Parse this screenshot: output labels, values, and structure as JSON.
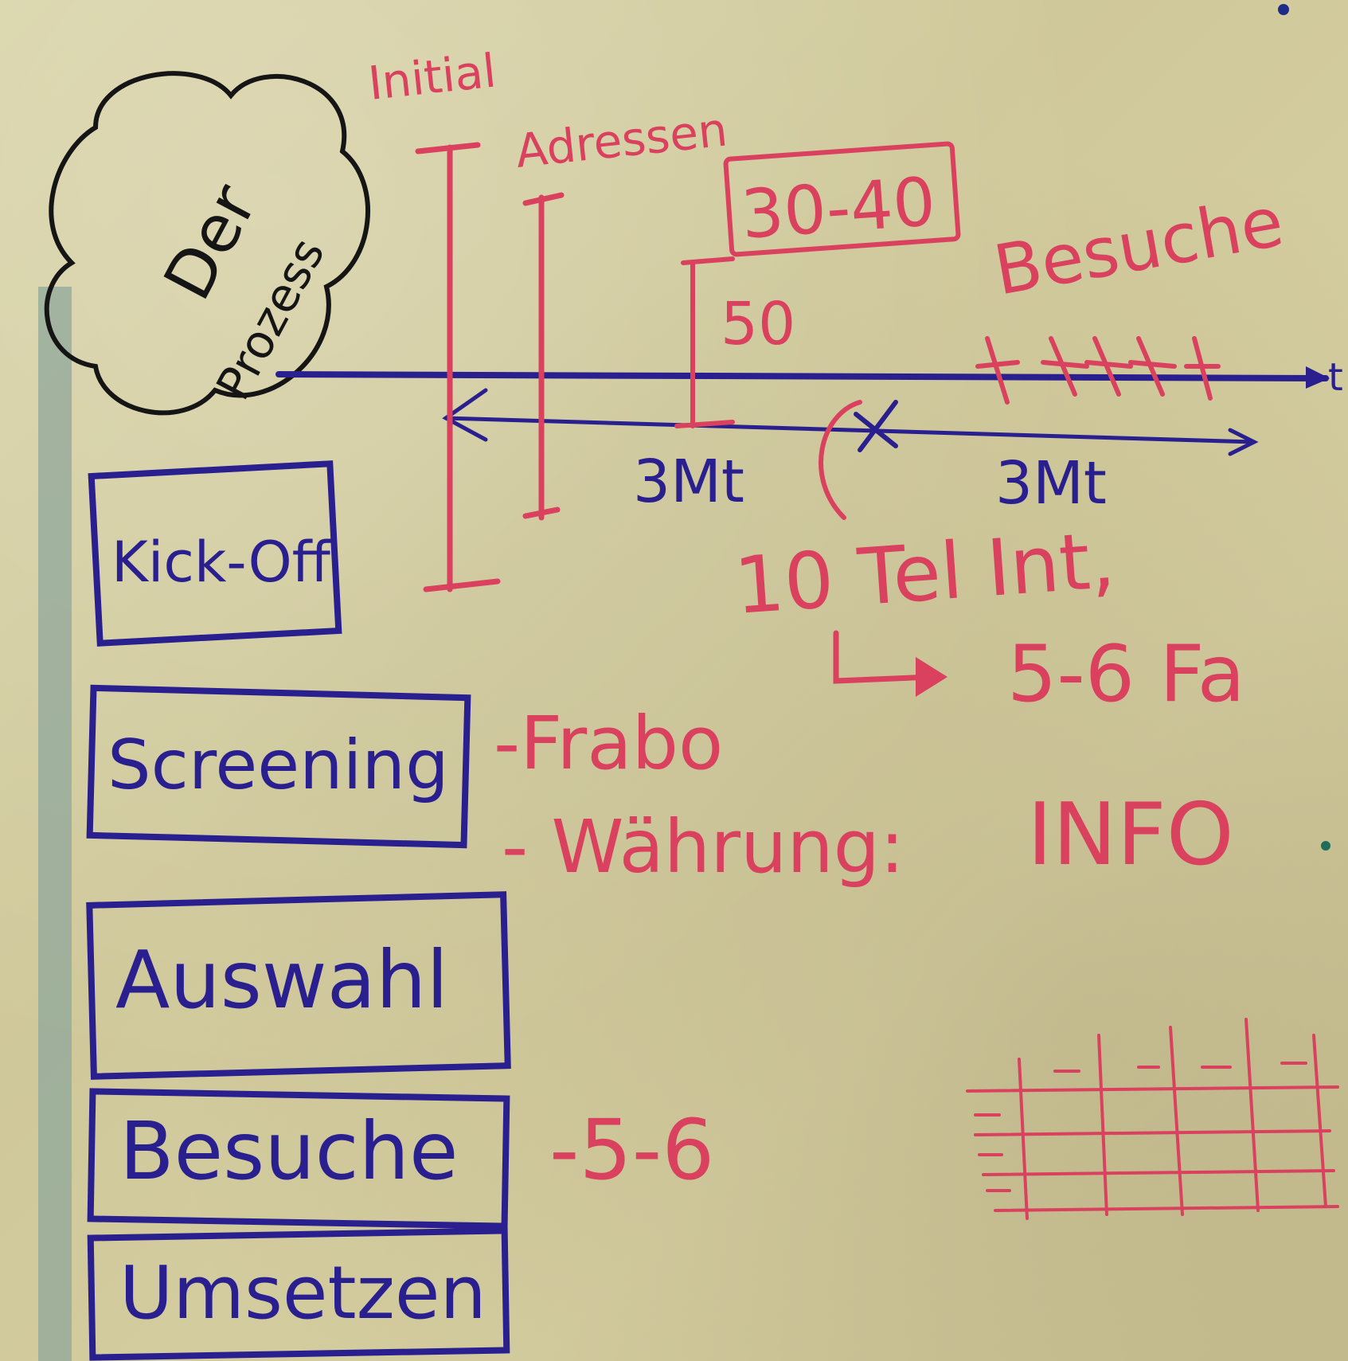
{
  "flipchart": {
    "cloud_label_line1": "Der",
    "cloud_label_line2": "Prozess",
    "timeline_end_label": "t",
    "top_labels": {
      "initial": "Initial",
      "adressen": "Adressen"
    },
    "box_30_40": "30-40",
    "besuche_top": "Besuche",
    "label_50": "50",
    "label_3mt_left": "3Mt",
    "label_3mt_right": "3Mt",
    "tel_int": "10 Tel Int,",
    "fa_result": "5-6 Fa",
    "phases": [
      {
        "label": "Kick-Off"
      },
      {
        "label": "Screening"
      },
      {
        "label": "Auswahl"
      },
      {
        "label": "Besuche"
      },
      {
        "label": "Umsetzen"
      }
    ],
    "screening_notes": {
      "frabo": "-Frabo",
      "waehrung": "- Währung:",
      "info": "INFO"
    },
    "besuche_note": "-5-6",
    "colors": {
      "blue_ink": "#2a1f8f",
      "red_ink": "#d9415e",
      "black_ink": "#151515",
      "tape": "#8fa79b"
    }
  }
}
